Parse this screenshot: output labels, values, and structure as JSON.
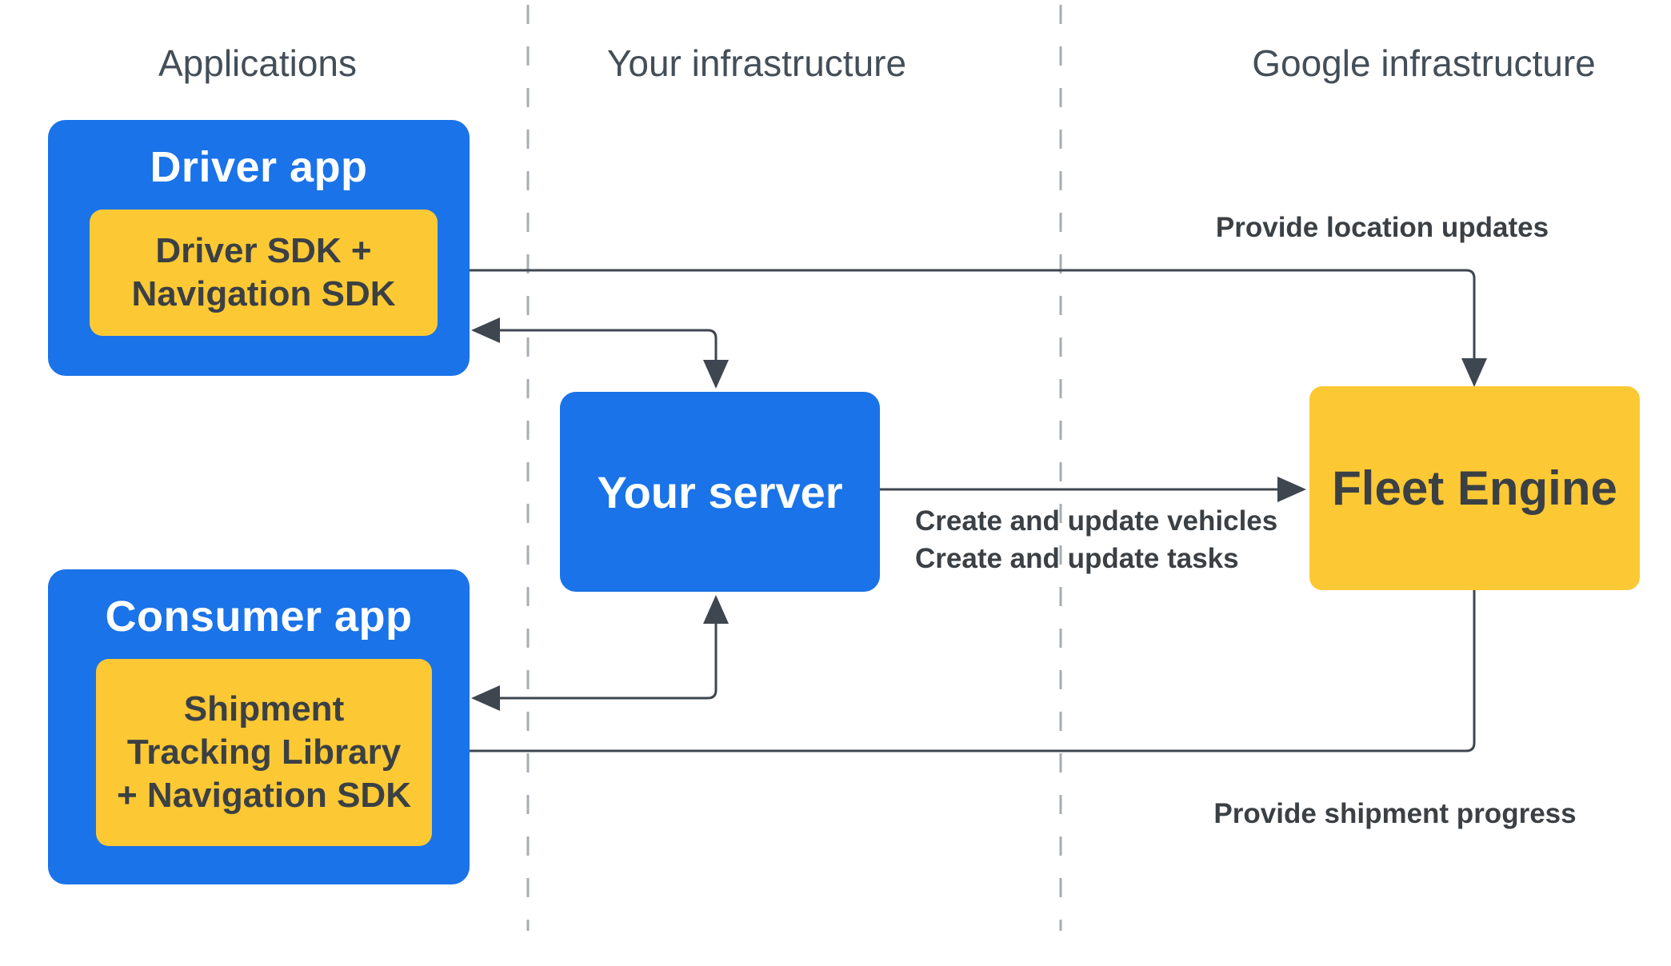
{
  "diagram": {
    "columns": [
      {
        "label": "Applications"
      },
      {
        "label": "Your infrastructure"
      },
      {
        "label": "Google infrastructure"
      }
    ],
    "nodes": {
      "driver_app": {
        "title": "Driver app"
      },
      "driver_sdk": {
        "lines": [
          "Driver SDK +",
          "Navigation SDK"
        ]
      },
      "your_server": {
        "title": "Your server"
      },
      "fleet_engine": {
        "title": "Fleet Engine"
      },
      "consumer_app": {
        "title": "Consumer app"
      },
      "shipment_lib": {
        "lines": [
          "Shipment",
          "Tracking Library",
          "+ Navigation SDK"
        ]
      }
    },
    "edge_labels": {
      "location_updates": "Provide location updates",
      "server_to_fleet": {
        "lines": [
          "Create and update vehicles",
          "Create and update tasks"
        ]
      },
      "shipment_progress": "Provide shipment progress"
    },
    "colors": {
      "app_blue": "#1A73E8",
      "sdk_yellow": "#FCC934",
      "connector_dark": "#3E4650",
      "divider_gray": "#A7ADB3",
      "heading_text": "#444E58",
      "box_dark_text": "#3B4045",
      "box_light_text": "#FFFFFF",
      "background": "#FFFFFF"
    }
  }
}
